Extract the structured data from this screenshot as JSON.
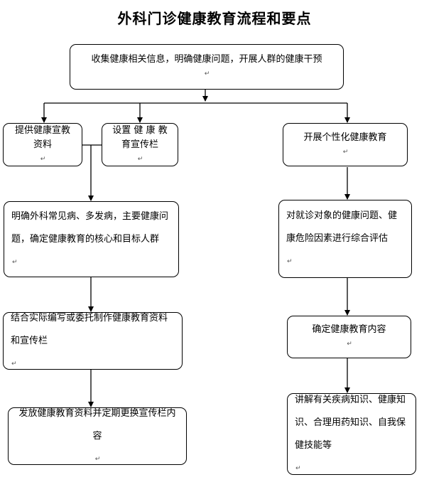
{
  "title": "外科门诊健康教育流程和要点",
  "return_mark": "↵",
  "nodes": {
    "collect": "收集健康相关信息，明确健康问题，开展人群的健康干预",
    "materials": "提供健康宣教资料",
    "board": "设置 健 康 教育宣传栏",
    "personalized": "开展个性化健康教育",
    "identify": "明确外科常见病、多发病，主要健康问题，确定健康教育的核心和目标人群",
    "compile": "结合实际编写或委托制作健康教育资料和宣传栏",
    "distribute": "发放健康教育资料并定期更换宣传栏内容",
    "assess": "对就诊对象的健康问题、健康危险因素进行综合评估",
    "content": "确定健康教育内容",
    "explain": "讲解有关疾病知识、健康知识、合理用药知识、自我保健技能等"
  }
}
